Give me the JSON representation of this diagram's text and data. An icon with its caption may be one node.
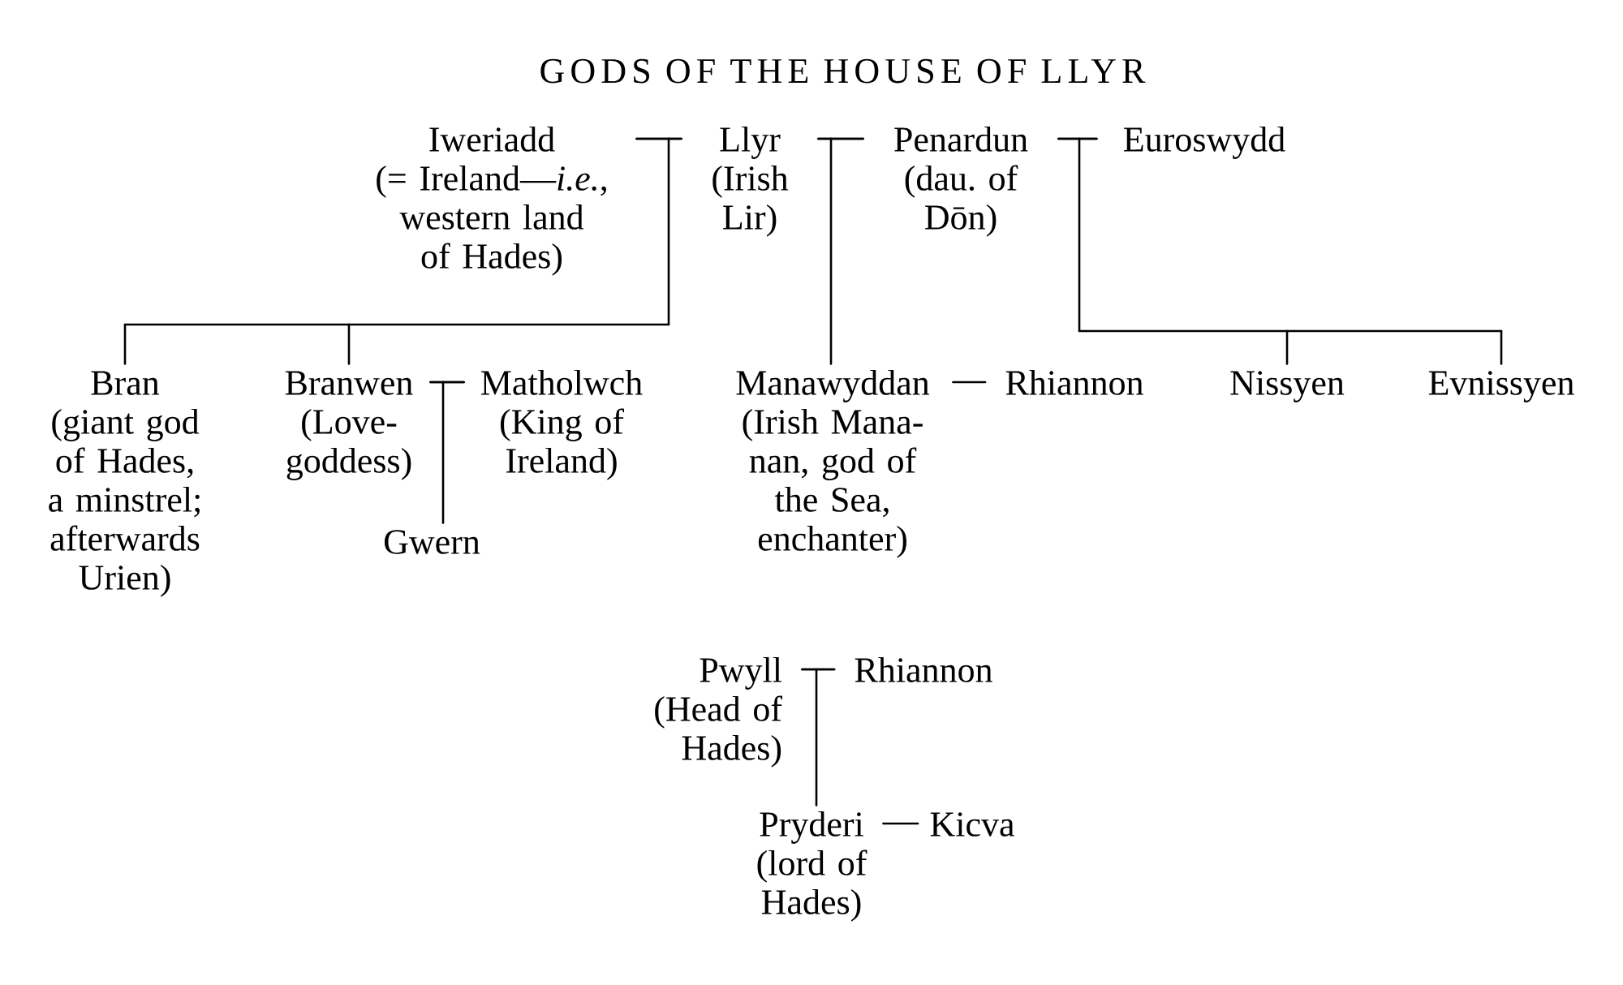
{
  "diagram": {
    "title": "GODS OF THE HOUSE OF LLYR",
    "nodes": [
      {
        "text": [
          "Iweriadd",
          "(= Ireland—*i.e.*, western land of Hades)"
        ]
      },
      {
        "text": [
          "Llyr",
          "(Irish Lir)"
        ]
      },
      {
        "text": [
          "Penardun",
          "(dau. of Dōn)"
        ]
      },
      {
        "text": [
          "Euroswydd"
        ]
      },
      {
        "text": [
          "Bran",
          "(giant god of Hades, a minstrel; afterwards Urien)"
        ]
      },
      {
        "text": [
          "Branwen",
          "(Love- goddess)"
        ]
      },
      {
        "text": [
          "Matholwch",
          "(King of Ireland)"
        ]
      },
      {
        "text": [
          "Manawyddan",
          "(Irish Mana- nan, god of the Sea, enchanter)"
        ]
      },
      {
        "text": [
          "Rhiannon"
        ]
      },
      {
        "text": [
          "Nissyen"
        ]
      },
      {
        "text": [
          "Evnissyen"
        ]
      },
      {
        "text": [
          "Gwern"
        ]
      },
      {
        "text": [
          "Pwyll",
          "(Head of Hades)"
        ]
      },
      {
        "text": [
          "Rhiannon"
        ]
      },
      {
        "text": [
          "Pryderi",
          "(lord of Hades)"
        ]
      },
      {
        "text": [
          "Kicva"
        ]
      }
    ],
    "edges": [
      {
        "from": 0,
        "to": 1,
        "arrow": "none"
      },
      {
        "from": 1,
        "to": 2,
        "arrow": "none"
      },
      {
        "from": 2,
        "to": 3,
        "arrow": "none"
      },
      {
        "from": 0,
        "to": 4,
        "arrow": "none"
      },
      {
        "from": 1,
        "to": 4,
        "arrow": "none"
      },
      {
        "from": 0,
        "to": 5,
        "arrow": "none"
      },
      {
        "from": 1,
        "to": 5,
        "arrow": "none"
      },
      {
        "from": 1,
        "to": 7,
        "arrow": "none"
      },
      {
        "from": 2,
        "to": 7,
        "arrow": "none"
      },
      {
        "from": 2,
        "to": 9,
        "arrow": "none"
      },
      {
        "from": 3,
        "to": 9,
        "arrow": "none"
      },
      {
        "from": 2,
        "to": 10,
        "arrow": "none"
      },
      {
        "from": 3,
        "to": 10,
        "arrow": "none"
      },
      {
        "from": 5,
        "to": 6,
        "arrow": "none"
      },
      {
        "from": 5,
        "to": 11,
        "arrow": "none"
      },
      {
        "from": 6,
        "to": 11,
        "arrow": "none"
      },
      {
        "from": 7,
        "to": 8,
        "arrow": "none"
      },
      {
        "from": 12,
        "to": 13,
        "arrow": "none"
      },
      {
        "from": 12,
        "to": 14,
        "arrow": "none"
      },
      {
        "from": 13,
        "to": 14,
        "arrow": "none"
      },
      {
        "from": 14,
        "to": 15,
        "arrow": "none"
      }
    ]
  }
}
